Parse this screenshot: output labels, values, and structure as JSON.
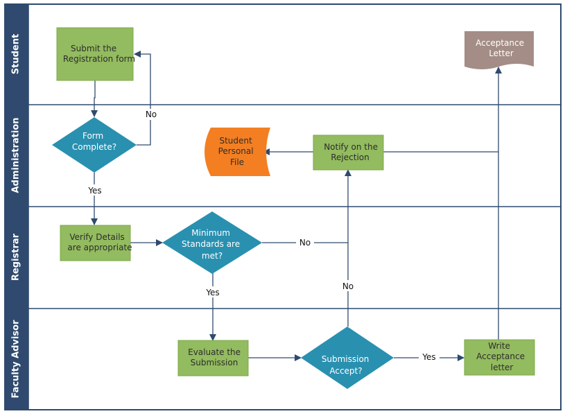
{
  "colors": {
    "lane_header": "#2f4a6e",
    "border": "#2f4a6e",
    "process_fill": "#93bb5f",
    "process_stroke": "#7ea84a",
    "decision_fill": "#2990b0",
    "store_fill": "#f37f22",
    "document_fill": "#a48d86",
    "arrow": "#2f4a6e",
    "text_dark": "#2d2d2d",
    "text_light": "#ffffff"
  },
  "lanes": [
    {
      "id": "student",
      "title": "Student"
    },
    {
      "id": "administration",
      "title": "Administration"
    },
    {
      "id": "registrar",
      "title": "Registrar"
    },
    {
      "id": "faculty",
      "title": "Faculty Advisor"
    }
  ],
  "nodes": {
    "submit": {
      "type": "process",
      "lines": [
        "Submit the",
        "Registration form"
      ]
    },
    "acceptance_letter": {
      "type": "document",
      "lines": [
        "Acceptance",
        "Letter"
      ]
    },
    "form_complete": {
      "type": "decision",
      "lines": [
        "Form",
        "Complete?"
      ]
    },
    "student_file": {
      "type": "store",
      "lines": [
        "Student",
        "Personal",
        "File"
      ]
    },
    "notify_rejection": {
      "type": "process",
      "lines": [
        "Notify on the",
        "Rejection"
      ]
    },
    "verify_details": {
      "type": "process",
      "lines": [
        "Verify Details",
        "are appropriate"
      ]
    },
    "min_standards": {
      "type": "decision",
      "lines": [
        "Minimum",
        "Standards  are",
        "met?"
      ]
    },
    "evaluate": {
      "type": "process",
      "lines": [
        "Evaluate the",
        "Submission"
      ]
    },
    "submission_accept": {
      "type": "decision",
      "lines": [
        "Submission",
        "Accept?"
      ]
    },
    "write_letter": {
      "type": "process",
      "lines": [
        "Write",
        "Acceptance",
        "letter"
      ]
    }
  },
  "edges": {
    "submit_to_form": {
      "label": ""
    },
    "form_no_back": {
      "label": "No"
    },
    "form_yes": {
      "label": "Yes"
    },
    "verify_to_min": {
      "label": ""
    },
    "min_no": {
      "label": "No"
    },
    "min_yes": {
      "label": "Yes"
    },
    "evaluate_to_accept": {
      "label": ""
    },
    "accept_no": {
      "label": "No"
    },
    "accept_yes": {
      "label": "Yes"
    },
    "letter_up": {
      "label": ""
    },
    "notify_to_file": {
      "label": ""
    }
  }
}
